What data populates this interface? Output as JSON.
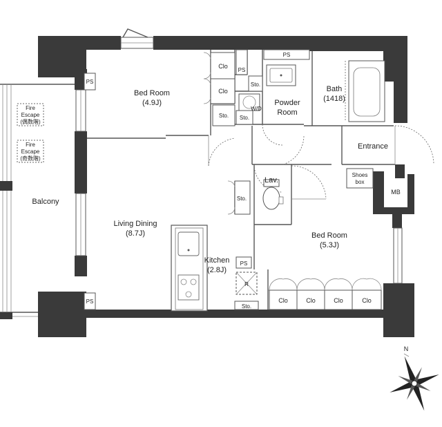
{
  "rooms": {
    "bedroom1": {
      "name": "Bed Room",
      "size": "(4.9J)"
    },
    "living": {
      "name": "Living Dining",
      "size": "(8.7J)"
    },
    "kitchen": {
      "name": "Kitchen",
      "size": "(2.8J)"
    },
    "bedroom2": {
      "name": "Bed Room",
      "size": "(5.3J)"
    },
    "powder": {
      "line1": "Powder",
      "line2": "Room"
    },
    "bath": {
      "name": "Bath",
      "size": "(1418)"
    },
    "entrance": {
      "name": "Entrance"
    },
    "lav": {
      "name": "Lav."
    },
    "balcony": {
      "name": "Balcony"
    },
    "shoes": {
      "line1": "Shoes",
      "line2": "box"
    },
    "mb": {
      "name": "MB"
    }
  },
  "fire_escapes": [
    {
      "line1": "Fire",
      "line2": "Escape",
      "line3": "(偶数階)"
    },
    {
      "line1": "Fire",
      "line2": "Escape",
      "line3": "(奇数階)"
    }
  ],
  "fixtures": {
    "clo": "Clo",
    "ps": "PS",
    "sto": "Sto.",
    "wd": "W/D",
    "r": "R"
  },
  "compass": {
    "north": "N"
  }
}
